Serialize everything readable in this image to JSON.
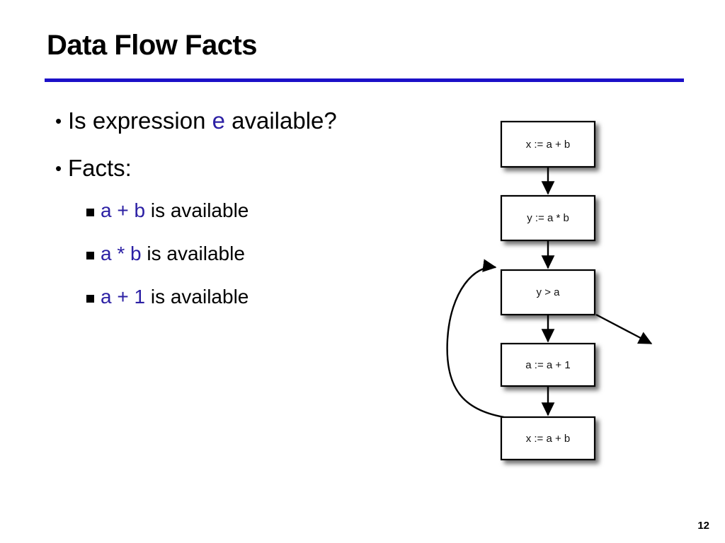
{
  "slide": {
    "title": "Data Flow Facts",
    "page_number": "12",
    "accent_rule_color": "#1c10c8",
    "expression_color": "#2c20a4",
    "text_color": "#000000"
  },
  "body": {
    "bullets": [
      {
        "marker": "round-bullet",
        "prefix": "Is expression ",
        "expression": "e",
        "suffix": " available?"
      },
      {
        "marker": "round-bullet",
        "prefix": "Facts:",
        "expression": "",
        "suffix": ""
      }
    ],
    "sub_bullets": [
      {
        "marker": "square-bullet",
        "expression": "a + b",
        "suffix": " is available"
      },
      {
        "marker": "square-bullet",
        "expression": "a * b",
        "suffix": " is available"
      },
      {
        "marker": "square-bullet",
        "expression": "a + 1",
        "suffix": " is available"
      }
    ]
  },
  "flow_graph": {
    "name": "control-flow-graph",
    "nodes": [
      {
        "id": "n1",
        "label": "x := a + b"
      },
      {
        "id": "n2",
        "label": "y := a * b"
      },
      {
        "id": "n3",
        "label": "y > a"
      },
      {
        "id": "n4",
        "label": "a := a + 1"
      },
      {
        "id": "n5",
        "label": "x := a + b"
      }
    ],
    "edges": [
      {
        "from": "n1",
        "to": "n2",
        "kind": "straight"
      },
      {
        "from": "n2",
        "to": "n3",
        "kind": "straight"
      },
      {
        "from": "n3",
        "to": "n4",
        "kind": "straight"
      },
      {
        "from": "n4",
        "to": "n5",
        "kind": "straight"
      },
      {
        "from": "n3",
        "to": "exit",
        "kind": "diagonal-exit"
      },
      {
        "from": "n5",
        "to": "n3",
        "kind": "back-edge"
      }
    ]
  }
}
